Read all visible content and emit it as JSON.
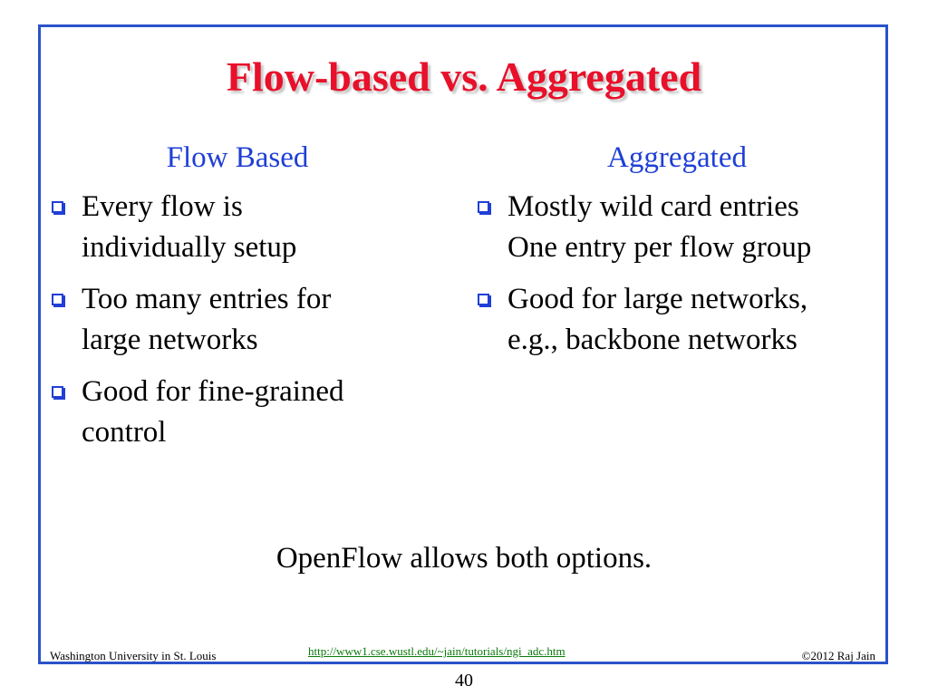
{
  "slide": {
    "title": "Flow-based vs. Aggregated",
    "left_column": {
      "heading": "Flow Based",
      "bullets": [
        {
          "line1": "Every flow is",
          "line2": "individually setup"
        },
        {
          "line1": "Too many entries for",
          "line2": "large networks"
        },
        {
          "line1": "Good for fine-grained",
          "line2": "control"
        }
      ]
    },
    "right_column": {
      "heading": "Aggregated",
      "bullets": [
        {
          "line1": "Mostly wild card entries",
          "line2": "One entry per flow group"
        },
        {
          "line1": "Good for large networks,",
          "line2": "e.g., backbone networks"
        }
      ]
    },
    "note": "OpenFlow allows both options.",
    "bullet_icon": "hollow-square-icon"
  },
  "footer": {
    "institution": "Washington University in St. Louis",
    "link": "http://www1.cse.wustl.edu/~jain/tutorials/ngi_adc.htm",
    "copyright": "©2012 Raj Jain",
    "page_number": "40"
  },
  "colors": {
    "title": "#e8102a",
    "heading": "#1f3fd6",
    "frame": "#2a52c9",
    "link": "#0a7a0a"
  }
}
